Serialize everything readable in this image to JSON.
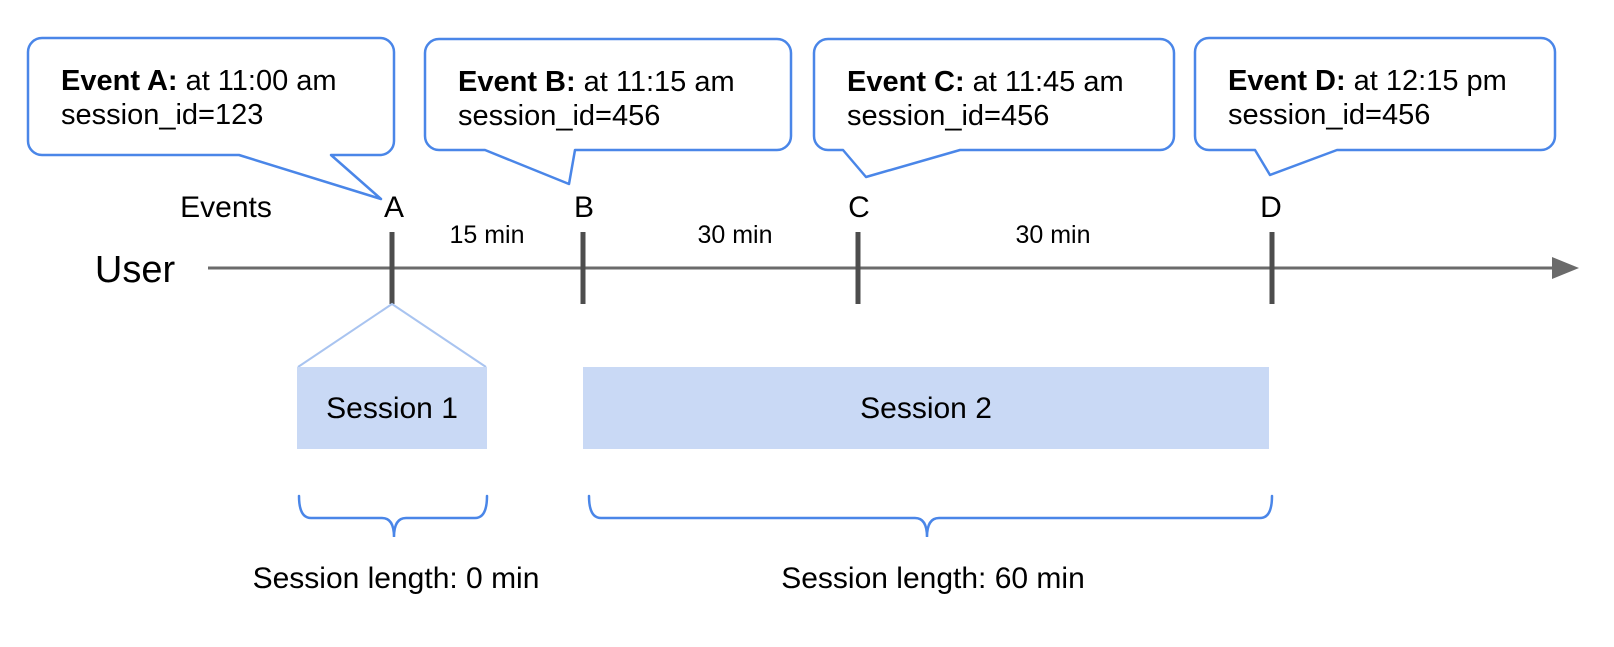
{
  "colors": {
    "callout_stroke": "#4a86e8",
    "session_fill": "#c9d9f5",
    "connector_light_blue": "#a9c4f0",
    "timeline_line": "#6b6b6b",
    "event_tick": "#4d4d4d",
    "text": "#000000"
  },
  "axis": {
    "user_label": "User",
    "events_label": "Events"
  },
  "events": [
    {
      "letter": "A",
      "callout_title": "Event A:",
      "callout_time": "at 11:00 am",
      "callout_session": "session_id=123"
    },
    {
      "letter": "B",
      "callout_title": "Event B:",
      "callout_time": "at 11:15 am",
      "callout_session": "session_id=456"
    },
    {
      "letter": "C",
      "callout_title": "Event C:",
      "callout_time": "at 11:45 am",
      "callout_session": "session_id=456"
    },
    {
      "letter": "D",
      "callout_title": "Event D:",
      "callout_time": "at 12:15 pm",
      "callout_session": "session_id=456"
    }
  ],
  "intervals": [
    {
      "label": "15 min"
    },
    {
      "label": "30 min"
    },
    {
      "label": "30 min"
    }
  ],
  "sessions": [
    {
      "label": "Session 1",
      "length": "Session length: 0 min"
    },
    {
      "label": "Session 2",
      "length": "Session length: 60 min"
    }
  ]
}
